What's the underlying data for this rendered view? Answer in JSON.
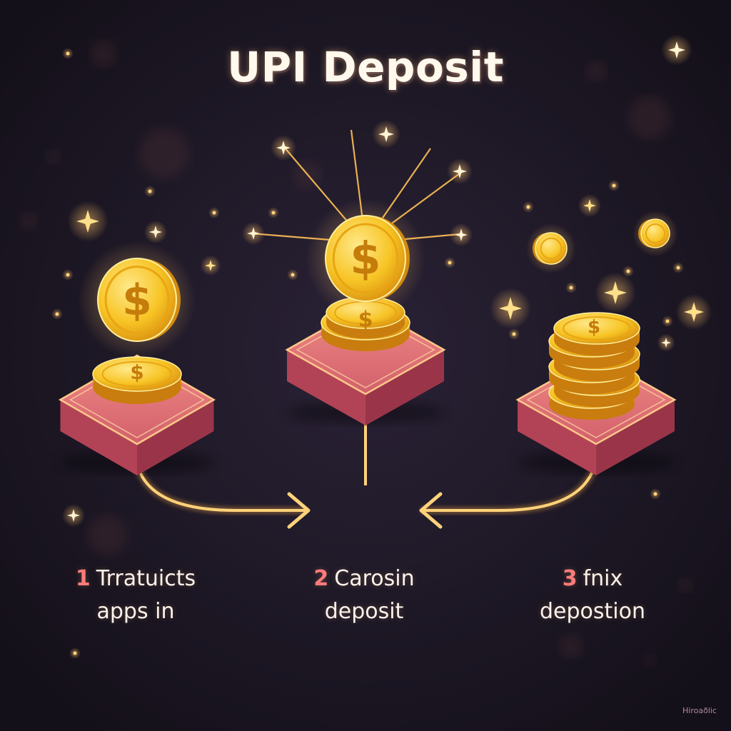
{
  "title": "UPI Deposit",
  "steps": [
    {
      "number": "1",
      "line1": "Trratuicts",
      "line2": "apps in"
    },
    {
      "number": "2",
      "line1": "Carosin",
      "line2": "deposit"
    },
    {
      "number": "3",
      "line1": "fnix",
      "line2": "depostion"
    }
  ],
  "coin_symbol": "$",
  "watermark": "Hiroaðlic",
  "colors": {
    "background": "#1b1626",
    "coin_gold": "#f5bb1f",
    "platform_pink": "#c24d5f",
    "glow": "#ffb347",
    "step_number": "#ff7b7b"
  }
}
